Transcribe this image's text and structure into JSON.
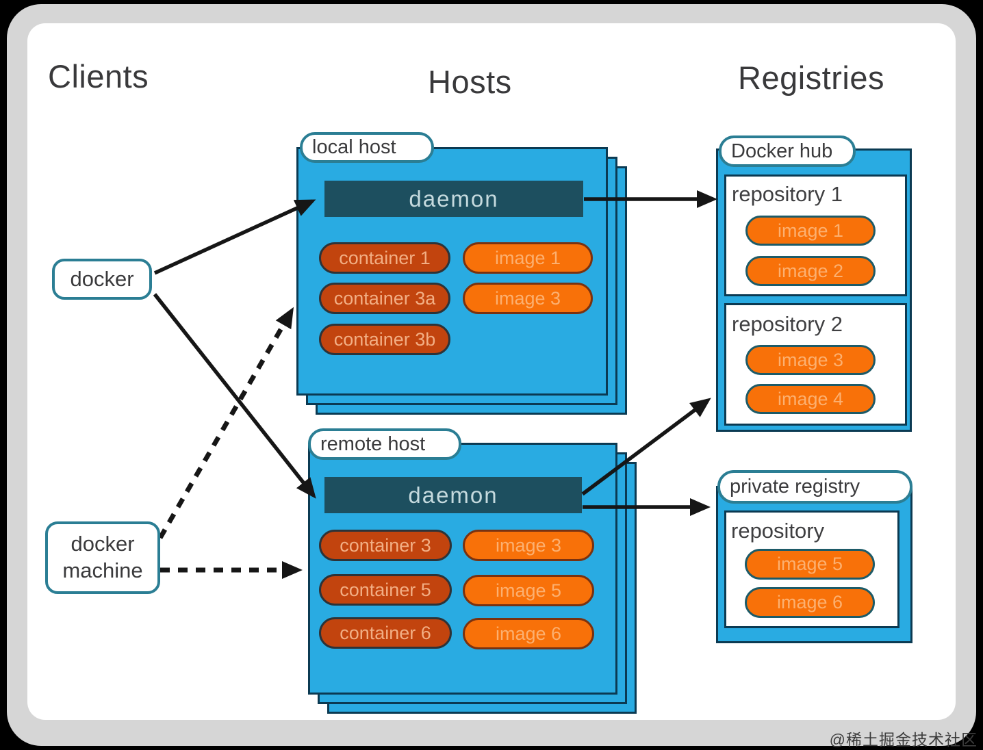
{
  "columns": {
    "clients": "Clients",
    "hosts": "Hosts",
    "registries": "Registries"
  },
  "clients": [
    {
      "label": "docker"
    },
    {
      "label": "docker machine"
    }
  ],
  "hosts": [
    {
      "name": "local host",
      "daemon": "daemon",
      "containers": [
        "container 1",
        "container 3a",
        "container 3b"
      ],
      "images": [
        "image 1",
        "image 3"
      ]
    },
    {
      "name": "remote host",
      "daemon": "daemon",
      "containers": [
        "container 3",
        "container 5",
        "container 6"
      ],
      "images": [
        "image 3",
        "image 5",
        "image 6"
      ]
    }
  ],
  "registries": [
    {
      "name": "Docker hub",
      "repositories": [
        {
          "name": "repository 1",
          "images": [
            "image 1",
            "image 2"
          ]
        },
        {
          "name": "repository 2",
          "images": [
            "image 3",
            "image 4"
          ]
        }
      ]
    },
    {
      "name": "private registry",
      "repositories": [
        {
          "name": "repository",
          "images": [
            "image 5",
            "image 6"
          ]
        }
      ]
    }
  ],
  "watermark": "@稀土掘金技术社区",
  "colors": {
    "host_blue": "#29abe2",
    "daemon_teal": "#1d4f5f",
    "container_rust": "#c2440e",
    "image_orange": "#f87109",
    "border_teal": "#2b7e94",
    "box_border_navy": "#0b3a52",
    "arrow_black": "#161616"
  }
}
